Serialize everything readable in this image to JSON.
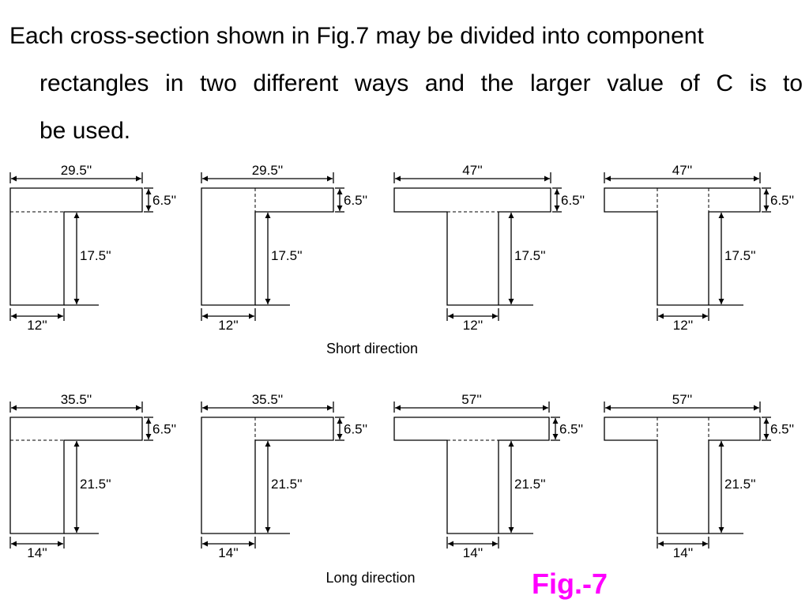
{
  "intro": {
    "line1": "Each cross-section shown in Fig.7 may be divided into component",
    "line2": "rectangles in two different ways and the larger value of C is to",
    "line3": "be used."
  },
  "short_direction": {
    "caption": "Short direction",
    "sections": [
      {
        "shape": "L",
        "split": "horizontal",
        "flange_width": "29.5''",
        "flange_thickness": "6.5''",
        "web_depth": "17.5''",
        "web_width": "12''"
      },
      {
        "shape": "L",
        "split": "vertical",
        "flange_width": "29.5''",
        "flange_thickness": "6.5''",
        "web_depth": "17.5''",
        "web_width": "12''"
      },
      {
        "shape": "T",
        "split": "horizontal",
        "flange_width": "47''",
        "flange_thickness": "6.5''",
        "web_depth": "17.5''",
        "web_width": "12''"
      },
      {
        "shape": "T",
        "split": "vertical",
        "flange_width": "47''",
        "flange_thickness": "6.5''",
        "web_depth": "17.5''",
        "web_width": "12''"
      }
    ]
  },
  "long_direction": {
    "caption": "Long direction",
    "sections": [
      {
        "shape": "L",
        "split": "horizontal",
        "flange_width": "35.5''",
        "flange_thickness": "6.5''",
        "web_depth": "21.5''",
        "web_width": "14''"
      },
      {
        "shape": "L",
        "split": "vertical",
        "flange_width": "35.5''",
        "flange_thickness": "6.5''",
        "web_depth": "21.5''",
        "web_width": "14''"
      },
      {
        "shape": "T",
        "split": "horizontal",
        "flange_width": "57''",
        "flange_thickness": "6.5''",
        "web_depth": "21.5''",
        "web_width": "14''"
      },
      {
        "shape": "T",
        "split": "vertical",
        "flange_width": "57''",
        "flange_thickness": "6.5''",
        "web_depth": "21.5''",
        "web_width": "14''"
      }
    ]
  },
  "figure_label": "Fig.-7",
  "colors": {
    "figure_label": "#ff00ff",
    "lines": "#000000"
  }
}
